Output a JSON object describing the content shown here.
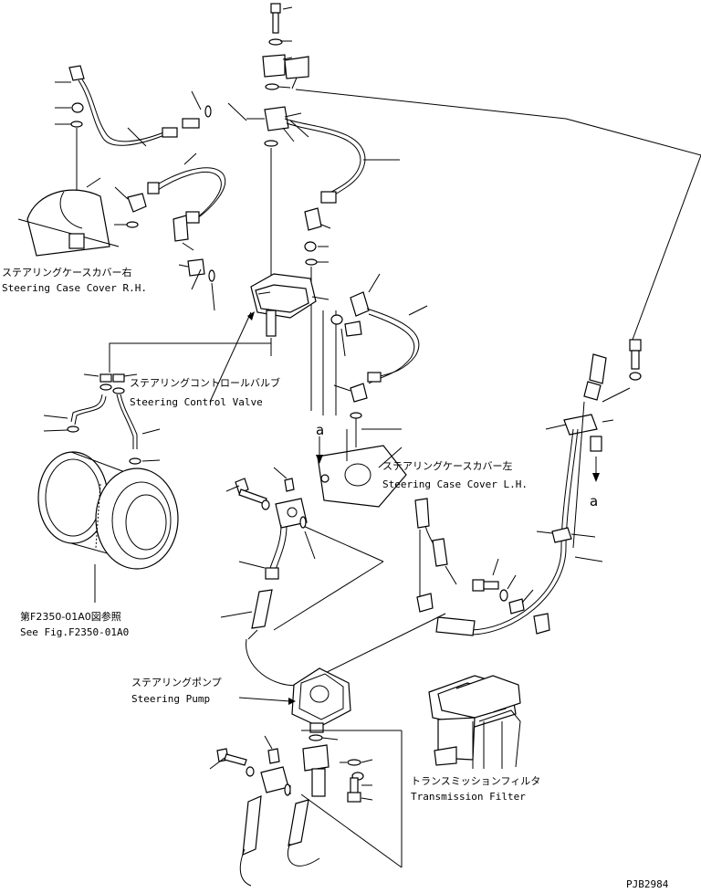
{
  "labels": {
    "case_cover_rh_jp": "ステアリングケースカバー右",
    "case_cover_rh_en": "Steering Case Cover R.H.",
    "control_valve_jp": "ステアリングコントロールバルブ",
    "control_valve_en": "Steering Control Valve",
    "case_cover_lh_jp": "ステアリングケースカバー左",
    "case_cover_lh_en": "Steering Case Cover L.H.",
    "fig_ref_jp": "第F2350-01A0図参照",
    "fig_ref_en": "See Fig.F2350-01A0",
    "pump_jp": "ステアリングポンプ",
    "pump_en": "Steering Pump",
    "filter_jp": "トランスミッションフィルタ",
    "filter_en": "Transmission Filter",
    "ref_a_upper": "a",
    "ref_a_lower": "a",
    "drawing_code": "PJB2984"
  }
}
